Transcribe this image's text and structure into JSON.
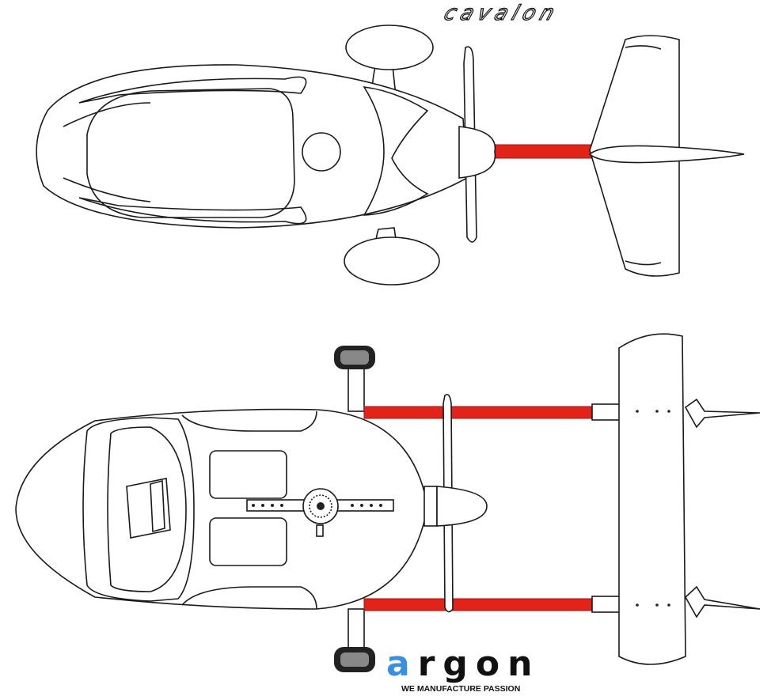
{
  "title_logo": "cavalon",
  "brand": {
    "name_first_letter": "a",
    "name_rest": "rgon",
    "tagline": "WE MANUFACTURE PASSION",
    "accent_color": "#3b8fe0"
  },
  "boom_color": "#e2231a",
  "views": [
    "top-view-outline",
    "top-view-structure"
  ]
}
